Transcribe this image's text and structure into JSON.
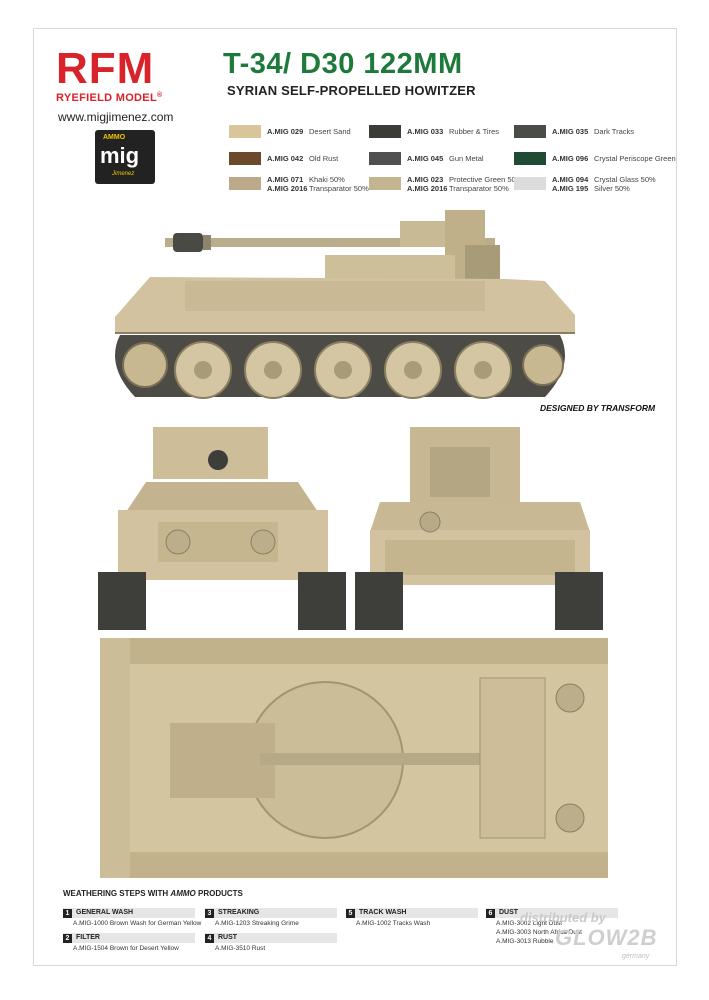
{
  "brand": {
    "logo": "RFM",
    "name": "RYEFIELD MODEL",
    "trademark": "®",
    "website": "www.migjimenez.com",
    "mig_logo": {
      "top": "AMMO",
      "main": "mig",
      "bottom": "Jimenez"
    }
  },
  "heading": {
    "title": "T-34/ D30 122MM",
    "subtitle": "SYRIAN SELF-PROPELLED HOWITZER"
  },
  "palette": [
    {
      "code": "A.MIG 029",
      "name": "Desert Sand",
      "color": "#d9c59a"
    },
    {
      "code": "A.MIG 033",
      "name": "Rubber & Tires",
      "color": "#3b3b38"
    },
    {
      "code": "A.MIG 035",
      "name": "Dark Tracks",
      "color": "#4a4c47"
    },
    {
      "code": "A.MIG 042",
      "name": "Old Rust",
      "color": "#6b4a2b"
    },
    {
      "code": "A.MIG 045",
      "name": "Gun Metal",
      "color": "#505050"
    },
    {
      "code": "A.MIG 096",
      "name": "Crystal Periscope Green",
      "color": "#1f4a33"
    },
    {
      "code": "A.MIG 071",
      "code2": "A.MIG 2016",
      "name": "Khaki 50%",
      "name2": "Transparator 50%",
      "color": "#bba98a"
    },
    {
      "code": "A.MIG 023",
      "code2": "A.MIG 2016",
      "name": "Protective Green 50%",
      "name2": "Transparator 50%",
      "color": "#c2b58f"
    },
    {
      "code": "A.MIG 094",
      "code2": "A.MIG 195",
      "name": "Crystal Glass 50%",
      "name2": "Silver 50%",
      "color": "#dcdcdc"
    }
  ],
  "credit": "DESIGNED BY TRANSFORM",
  "weathering": {
    "heading": "WEATHERING STEPS WITH",
    "heading_brand": "AMMO",
    "heading_end": "PRODUCTS",
    "steps": [
      {
        "num": "1",
        "title": "GENERAL WASH",
        "products": [
          "A.MIG-1000 Brown Wash for German Yellow"
        ]
      },
      {
        "num": "2",
        "title": "FILTER",
        "products": [
          "A.MIG-1504 Brown for Desert Yellow"
        ]
      },
      {
        "num": "3",
        "title": "STREAKING",
        "products": [
          "A.MIG-1203 Streaking Grime"
        ]
      },
      {
        "num": "4",
        "title": "RUST",
        "products": [
          "A.MIG-3510 Rust"
        ]
      },
      {
        "num": "5",
        "title": "TRACK WASH",
        "products": [
          "A.MIG-1002 Tracks Wash"
        ]
      },
      {
        "num": "6",
        "title": "DUST",
        "products": [
          "A.MIG-3002 Light Dust",
          "A.MIG-3003 North Africa Dust",
          "A.MIG-3013 Rubble"
        ]
      }
    ]
  },
  "watermark": {
    "line1": "distributed by",
    "line2": "GLOW2B",
    "line3": "germany"
  }
}
